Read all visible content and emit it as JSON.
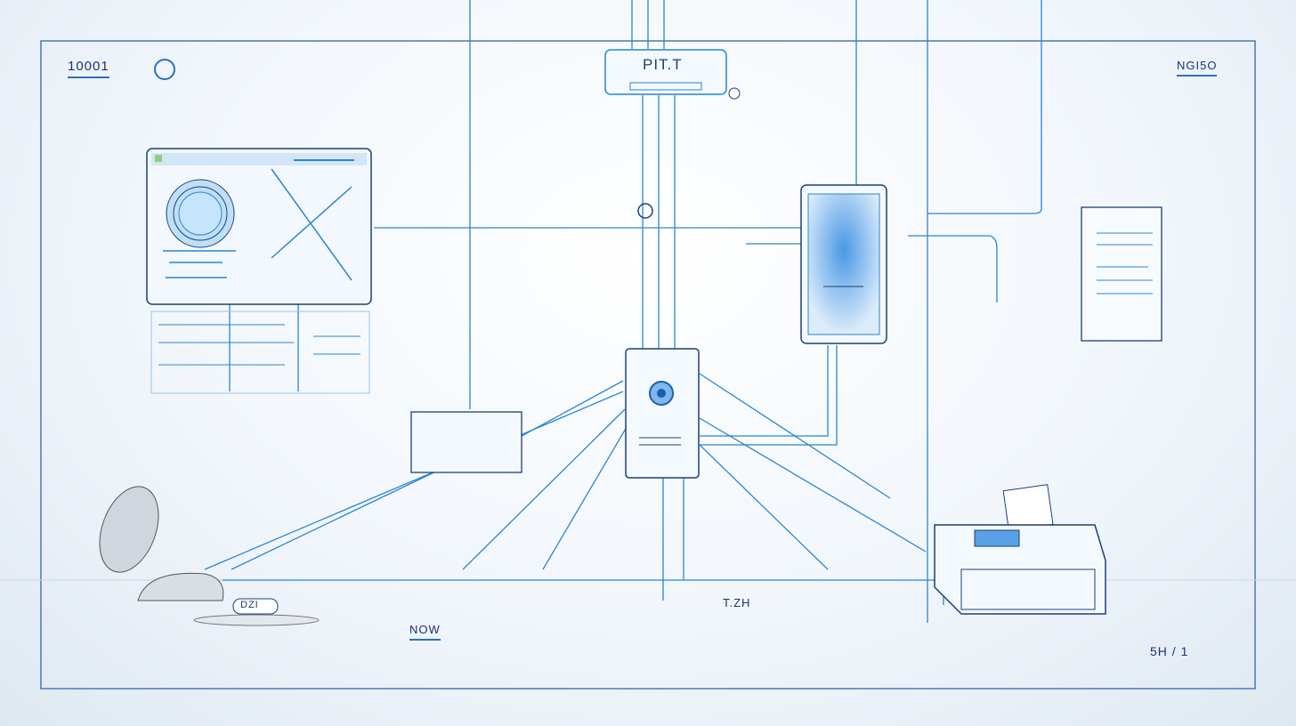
{
  "labels": {
    "top_left_code": "10001",
    "top_right_code": "NGI5O",
    "header_device": "PIT.T",
    "bottom_now": "NOW",
    "bottom_center": "T.ZH",
    "desk_device": "DZI",
    "page_indicator": "5H / 1"
  },
  "colors": {
    "line": "#2a86d0",
    "dark_line": "#1b3f7a",
    "accent_fill": "#7fb8ec",
    "background": "#f1f6fb"
  }
}
